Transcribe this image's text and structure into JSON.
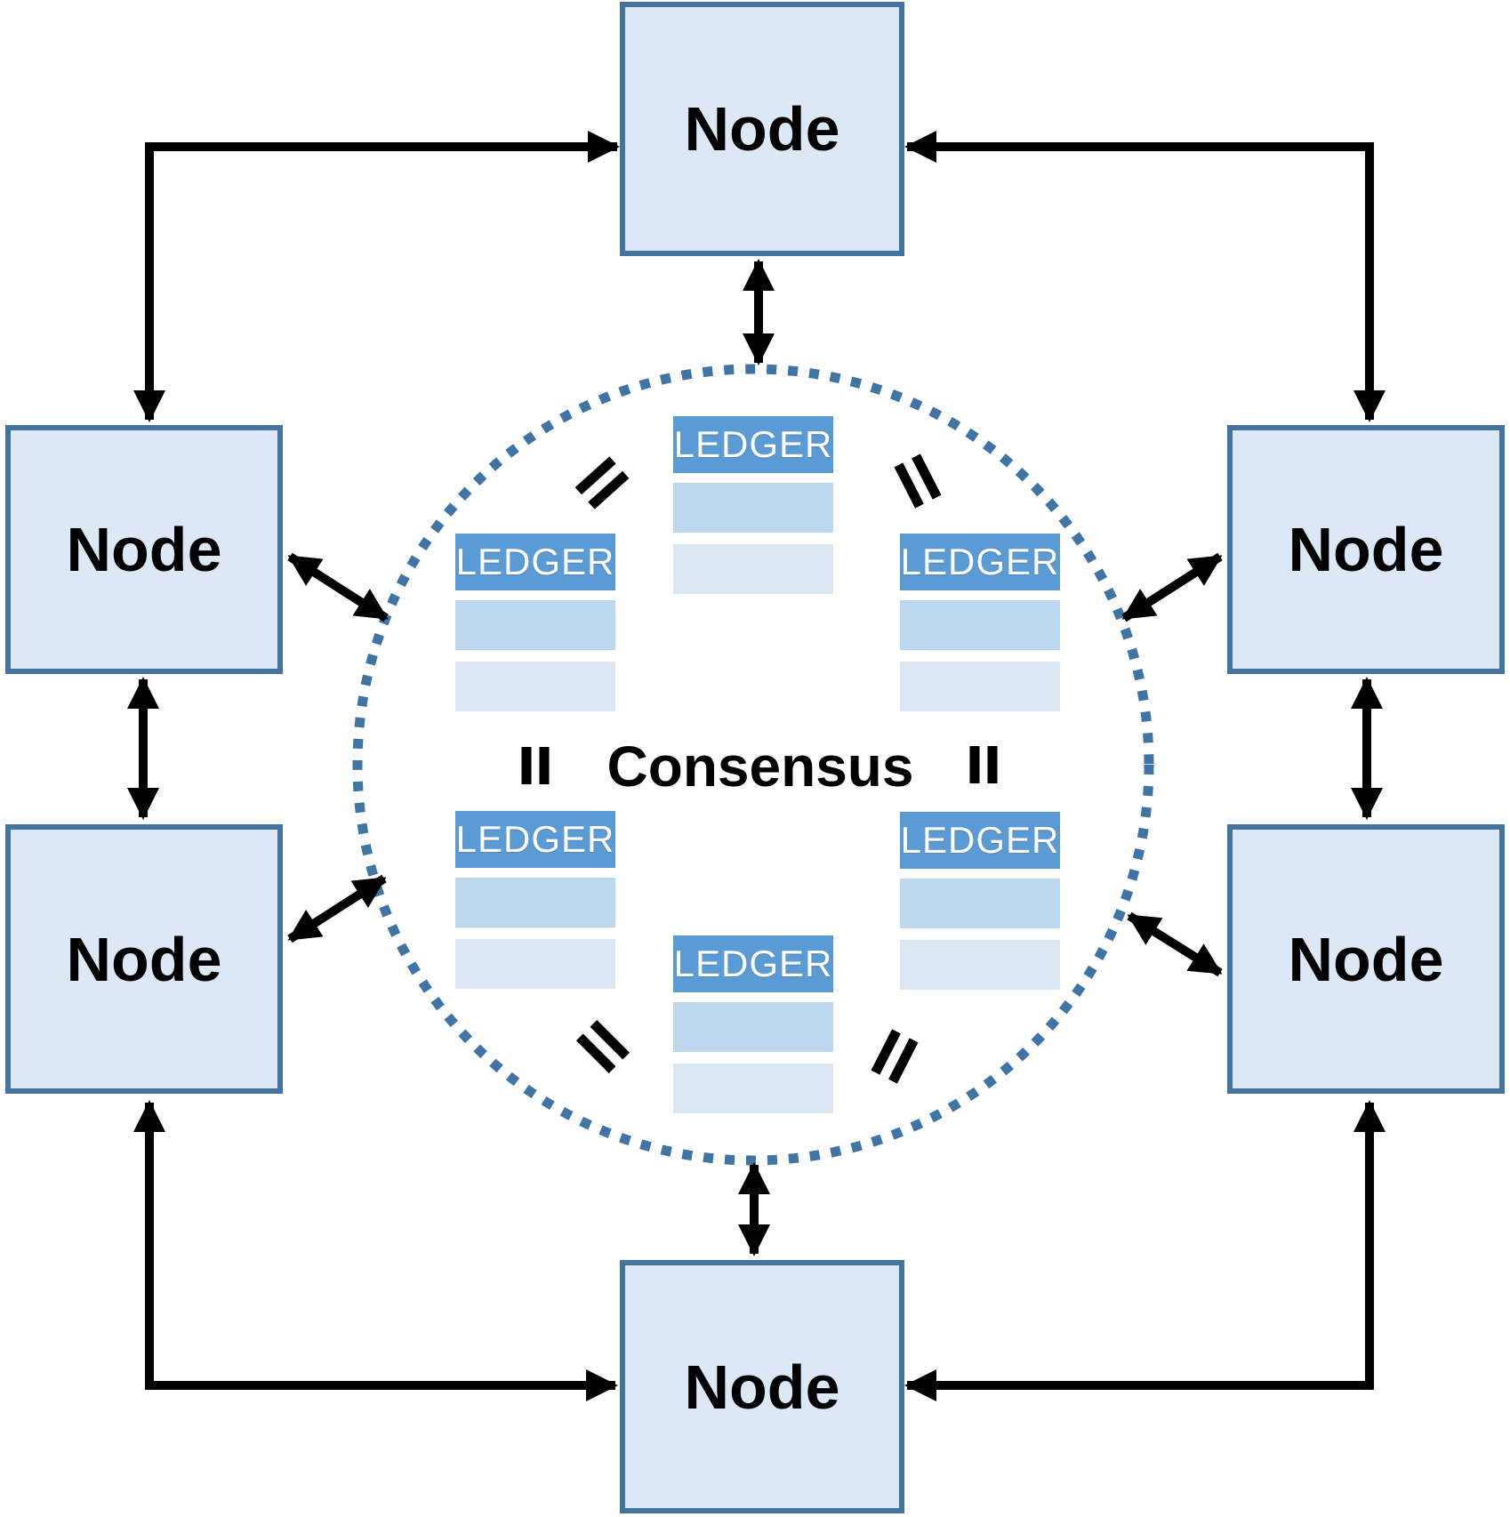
{
  "diagram": {
    "center_label": "Consensus",
    "equals_mark_glyph": "=",
    "node_count": 6,
    "ledger_count": 6,
    "nodes": [
      {
        "id": "top",
        "label": "Node"
      },
      {
        "id": "left-upper",
        "label": "Node"
      },
      {
        "id": "right-upper",
        "label": "Node"
      },
      {
        "id": "left-lower",
        "label": "Node"
      },
      {
        "id": "right-lower",
        "label": "Node"
      },
      {
        "id": "bottom",
        "label": "Node"
      }
    ],
    "ledgers": [
      {
        "id": "top-center",
        "title": "LEDGER",
        "blank_row_count": 2
      },
      {
        "id": "upper-left",
        "title": "LEDGER",
        "blank_row_count": 2
      },
      {
        "id": "upper-right",
        "title": "LEDGER",
        "blank_row_count": 2
      },
      {
        "id": "lower-left",
        "title": "LEDGER",
        "blank_row_count": 2
      },
      {
        "id": "lower-right",
        "title": "LEDGER",
        "blank_row_count": 2
      },
      {
        "id": "bottom-center",
        "title": "LEDGER",
        "blank_row_count": 2
      }
    ],
    "colors": {
      "node_fill": "#dce8f6",
      "node_border": "#4473a0",
      "ledger_header_bg": "#5b9bd5",
      "ledger_header_text": "#ffffff",
      "ledger_row1_bg": "#bdd7ee",
      "ledger_row2_bg": "#dbe6f3",
      "circle_dotted": "#3f74a7",
      "arrow": "#000000",
      "label_text": "#000000"
    }
  }
}
